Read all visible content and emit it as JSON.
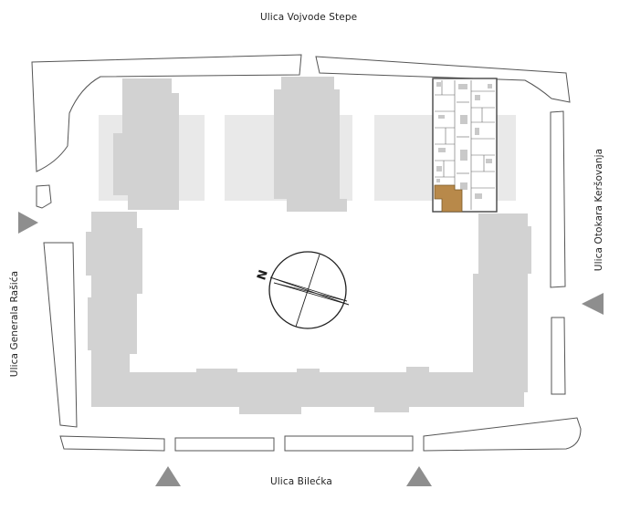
{
  "streets": {
    "top": "Ulica Vojvode Stepe",
    "bottom": "Ulica Bilećka",
    "left": "Ulica Generala Rašića",
    "right": "Ulica Otokara Keršovanja"
  },
  "compass": {
    "label": "N"
  },
  "colors": {
    "building": "#d2d2d2",
    "courtyard": "#e9e9e9",
    "highlighted_unit": "#b8894a",
    "outline": "#555555",
    "entrance_arrow": "#8e8e8e"
  },
  "entrance_arrows": [
    "west",
    "east",
    "south",
    "south"
  ]
}
